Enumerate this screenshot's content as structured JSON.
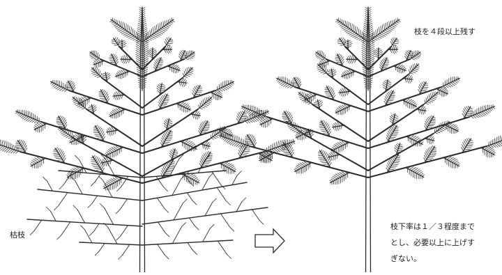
{
  "labels": {
    "dead_branches": "枯枝",
    "keep_branches": "枝を４段以上残す",
    "note_lines": [
      "枝下率は１／３程度まで",
      "とし、必要以上に上げす",
      "ぎない。"
    ]
  },
  "colors": {
    "ink": "#2b2b2b",
    "foliage": "#3a3a3a",
    "background": "#ffffff"
  }
}
